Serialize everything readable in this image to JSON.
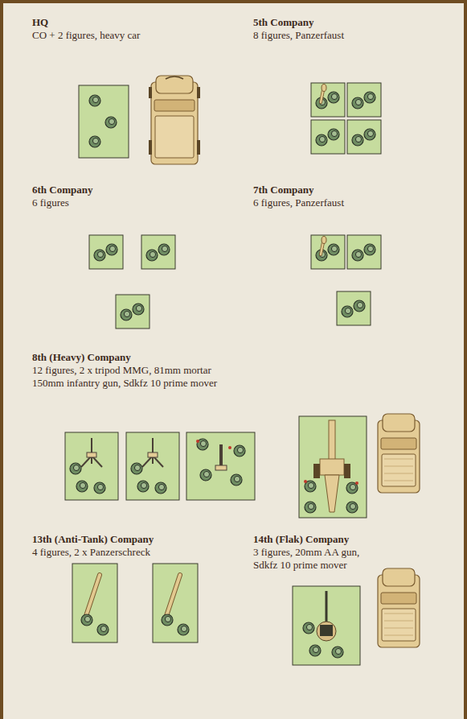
{
  "diagram": {
    "labels": [
      "HQ",
      "CO + 2 figures, heavy car",
      "5th Company",
      "8 figures, Panzerfaust",
      "6th Company",
      "6 figures",
      "7th Company",
      "6 figures, Panzerfaust",
      "8th (Heavy) Company",
      "12 figures, 2 x tripod MMG, 81mm mortar",
      "150mm infantry gun, Sdkfz 10 prime mover",
      "13th (Anti-Tank) Company",
      "4 figures, 2 x Panzerschreck",
      "14th (Flak) Company",
      "3 figures, 20mm AA gun,",
      "Sdkfz 10 prime mover"
    ]
  }
}
